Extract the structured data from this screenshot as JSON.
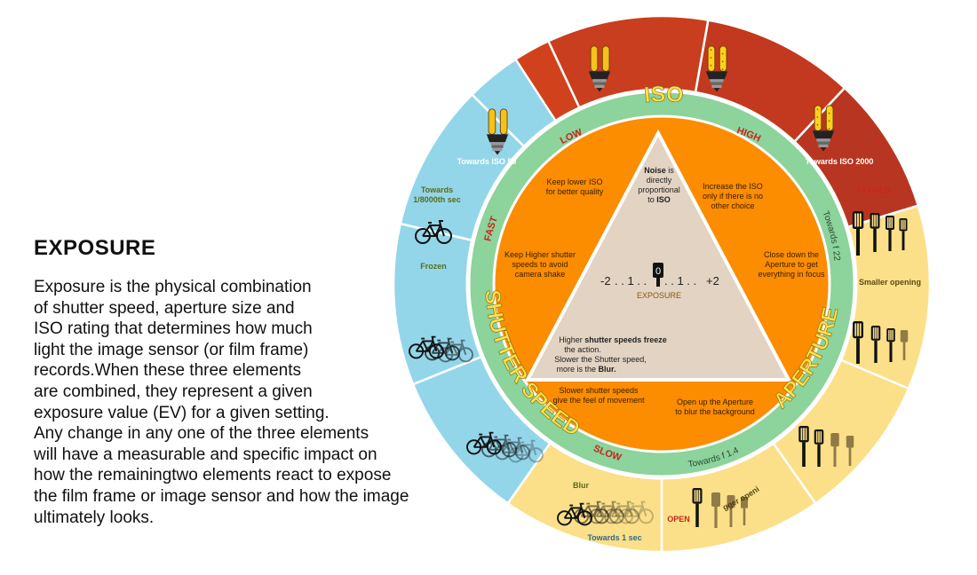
{
  "title": "EXPOSURE",
  "paragraph_lines": [
    "Exposure is the physical combination",
    "of shutter speed, aperture size and",
    "ISO rating that determines how much",
    "light the image sensor (or film frame)",
    "records.When these three elements",
    "are combined, they represent a given",
    "exposure value (EV) for a given setting.",
    "Any change in any one of the three elements",
    "will have a measurable and specific impact on",
    "how the remainingtwo elements react to expose",
    "the film frame or image sensor and how the image",
    "ultimately looks."
  ],
  "ring": {
    "iso": "ISO",
    "aperture": "APERTURE",
    "shutter": "SHUTTER SPEED",
    "low": "LOW",
    "high": "HIGH",
    "fast": "FAST",
    "slow": "SLOW",
    "towards_f22": "Towards f 22",
    "towards_f14": "Towards f 1.4"
  },
  "outer": {
    "towards_iso50": "Towards ISO 50",
    "towards_iso2000": "Towards ISO 2000",
    "closed": "CLOSED",
    "smaller_opening": "Smaller opening",
    "bigger_opening": "Bigger opening",
    "open": "OPEN",
    "blur": "Blur",
    "towards_1sec": "Towards 1 sec",
    "towards_8000": [
      "Towards",
      "1/8000th sec"
    ],
    "frozen": "Frozen"
  },
  "inner": {
    "keep_lower_iso": [
      "Keep lower ISO",
      "for better quality"
    ],
    "increase_iso": [
      "Increase the ISO",
      "only if there is no",
      "other choice"
    ],
    "keep_higher_shutter": [
      "Keep Higher shutter",
      "speeds to avoid",
      "camera shake"
    ],
    "close_down": [
      "Close down the",
      "Aperture to get",
      "everything in focus"
    ],
    "slower_shutter": [
      "Slower shutter speeds",
      "give the feel of movement"
    ],
    "open_up": [
      "Open up the Aperture",
      "to blur the background"
    ]
  },
  "triangle": {
    "noise": [
      "Noise",
      "is",
      "directly",
      "proportional",
      "to",
      "ISO"
    ],
    "scale": [
      "-2",
      ". . 1 . .",
      "0",
      ". . 1 . .",
      "+2"
    ],
    "exposure": "EXPOSURE",
    "bottom": [
      "Higher",
      "shutter speeds freeze",
      "the action.",
      "Slower the Shutter speed,",
      "more is the",
      "Blur."
    ]
  },
  "colors": {
    "ring_green": "#8cd39c",
    "orange": "#fc8c00",
    "triangle": "#e2d3c2",
    "iso_red": "#cc4a1e",
    "aperture_yellow": "#fbe089",
    "shutter_blue": "#93d6ea"
  }
}
